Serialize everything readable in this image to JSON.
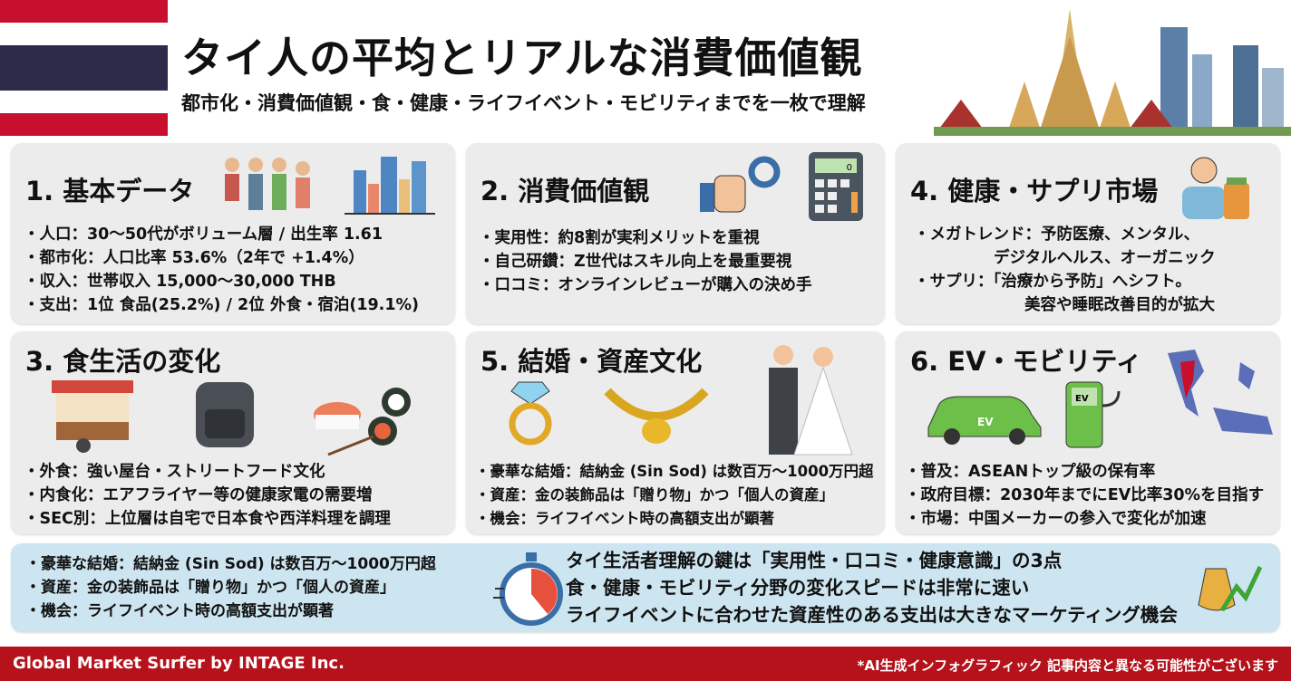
{
  "header": {
    "title": "タイ人の平均とリアルな消費価値観",
    "subtitle": "都市化・消費価値観・食・健康・ライフイベント・モビリティまでを一枚で理解",
    "flag_colors": [
      "#c8102e",
      "#ffffff",
      "#2d2a4a",
      "#ffffff",
      "#c8102e"
    ]
  },
  "panels": {
    "basic": {
      "title": "1. 基本データ",
      "bullets": [
        "・人口：30〜50代がボリューム層 / 出生率 1.61",
        "・都市化：人口比率 53.6%（2年で +1.4%）",
        "・収入：世帯収入 15,000〜30,000 THB",
        "・支出：1位 食品(25.2%) / 2位 外食・宿泊(19.1%)"
      ],
      "icons": [
        "elderly-family-icon",
        "city-buildings-icon"
      ]
    },
    "values": {
      "title": "2. 消費価値観",
      "bullets": [
        "・実用性：約8割が実利メリットを重視",
        "・自己研鑽：Z世代はスキル向上を最重要視",
        "・口コミ：オンラインレビューが購入の決め手"
      ],
      "calculator_display": "0",
      "icons": [
        "thumbs-up-gear-icon",
        "calculator-icon"
      ]
    },
    "health": {
      "title": "4. 健康・サプリ市場",
      "bullets": [
        "・メガトレンド：予防医療、メンタル、",
        "デジタルヘルス、オーガニック",
        "・サプリ：「治療から予防」へシフト。",
        "美容や睡眠改善目的が拡大"
      ],
      "icons": [
        "doctor-supplement-icon"
      ]
    },
    "food": {
      "title": "3. 食生活の変化",
      "bullets": [
        "・外食：強い屋台・ストリートフード文化",
        "・内食化：エアフライヤー等の健康家電の需要増",
        "・SEC別：上位層は自宅で日本食や西洋料理を調理"
      ],
      "icons": [
        "street-food-cart-icon",
        "air-fryer-icon",
        "sushi-icon"
      ]
    },
    "marriage": {
      "title": "5. 結婚・資産文化",
      "bullets": [
        "・豪華な結婚：結納金 (Sin Sod) は数百万〜1000万円超",
        "・資産：金の装飾品は「贈り物」かつ「個人の資産」",
        "・機会：ライフイベント時の高額支出が顕著"
      ],
      "icons": [
        "diamond-ring-icon",
        "gold-necklace-icon",
        "wedding-couple-icon"
      ]
    },
    "ev": {
      "title": "6. EV・モビリティ",
      "bullets": [
        "・普及：ASEANトップ級の保有率",
        "・政府目標：2030年までにEV比率30%を目指す",
        "・市場：中国メーカーの参入で変化が加速"
      ],
      "car_label": "EV",
      "charger_label": "EV",
      "icons": [
        "ev-car-icon",
        "ev-charger-icon",
        "asean-map-icon"
      ]
    }
  },
  "summary": {
    "bullets": [
      "・豪華な結婚：結納金 (Sin Sod) は数百万〜1000万円超",
      "・資産：金の装飾品は「贈り物」かつ「個人の資産」",
      "・機会：ライフイベント時の高額支出が顕著"
    ],
    "key_points": [
      "タイ生活者理解の鍵は「実用性・口コミ・健康意識」の3点",
      "食・健康・モビリティ分野の変化スピードは非常に速い",
      "ライフイベントに合わせた資産性のある支出は大きなマーケティング機会"
    ],
    "icons": [
      "stopwatch-icon",
      "money-bag-growth-icon"
    ]
  },
  "footer": {
    "brand": "Global Market Surfer by INTAGE Inc.",
    "disclaimer": "*AI生成インフォグラフィック 記事内容と異なる可能性がございます",
    "color": "#b5121b"
  }
}
